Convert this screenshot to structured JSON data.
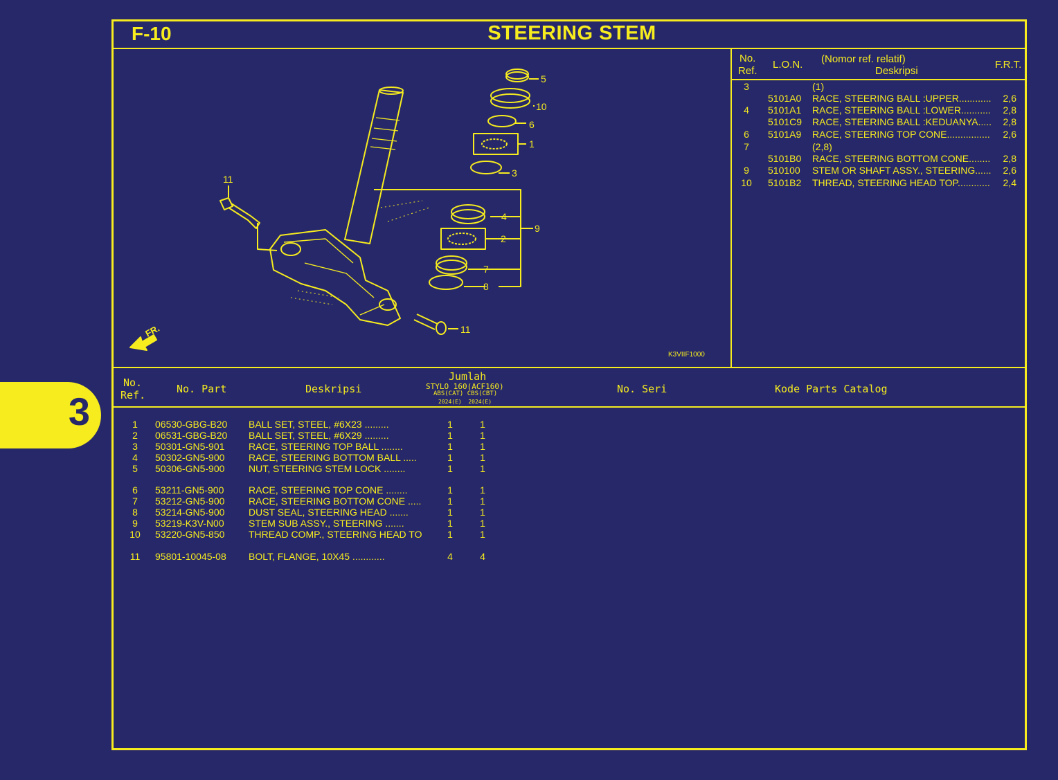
{
  "page": {
    "code": "F-10",
    "title": "STEERING STEM",
    "tab_number": "3",
    "illustration_code": "K3VIIF1000",
    "front_label": "FR."
  },
  "lon_table": {
    "headers": {
      "no": "No.",
      "ref": "Ref.",
      "lon": "L.O.N.",
      "nomor": "(Nomor ref. relatif)",
      "desc": "Deskripsi",
      "frt": "F.R.T."
    },
    "rows": [
      {
        "ref": "3",
        "lon": "",
        "desc": "(1)",
        "frt": ""
      },
      {
        "ref": "",
        "lon": "5101A0",
        "desc": "RACE, STEERING BALL :UPPER.................",
        "frt": "2,6"
      },
      {
        "ref": "4",
        "lon": "5101A1",
        "desc": "RACE, STEERING BALL :LOWER.................",
        "frt": "2,8"
      },
      {
        "ref": "",
        "lon": "5101C9",
        "desc": "RACE, STEERING BALL :KEDUANYA..............",
        "frt": "2,8"
      },
      {
        "ref": "6",
        "lon": "5101A9",
        "desc": "RACE, STEERING TOP CONE....................",
        "frt": "2,6"
      },
      {
        "ref": "7",
        "lon": "",
        "desc": "(2,8)",
        "frt": ""
      },
      {
        "ref": "",
        "lon": "5101B0",
        "desc": "RACE, STEERING BOTTOM CONE.................",
        "frt": "2,8"
      },
      {
        "ref": "9",
        "lon": "510100",
        "desc": "STEM OR SHAFT ASSY., STEERING..............",
        "frt": "2,6"
      },
      {
        "ref": "10",
        "lon": "5101B2",
        "desc": "THREAD, STEERING HEAD TOP..................",
        "frt": "2,4"
      }
    ]
  },
  "parts_table": {
    "headers": {
      "no": "No.",
      "ref": "Ref.",
      "part": "No. Part",
      "desc": "Deskripsi",
      "jumlah": "Jumlah",
      "model": "STYLO 160(ACF160)",
      "variants": "ABS(CAT) CBS(CBT)",
      "years": "2024(E)  2024(E)",
      "seri": "No. Seri",
      "kode": "Kode Parts Catalog"
    },
    "groups": [
      [
        {
          "ref": "1",
          "part": "06530-GBG-B20",
          "desc": "BALL SET, STEEL, #6X23 .........",
          "q1": "1",
          "q2": "1"
        },
        {
          "ref": "2",
          "part": "06531-GBG-B20",
          "desc": "BALL SET, STEEL, #6X29 .........",
          "q1": "1",
          "q2": "1"
        },
        {
          "ref": "3",
          "part": "50301-GN5-901",
          "desc": "RACE, STEERING TOP BALL ........",
          "q1": "1",
          "q2": "1"
        },
        {
          "ref": "4",
          "part": "50302-GN5-900",
          "desc": "RACE, STEERING BOTTOM BALL .....",
          "q1": "1",
          "q2": "1"
        },
        {
          "ref": "5",
          "part": "50306-GN5-900",
          "desc": "NUT, STEERING STEM LOCK ........",
          "q1": "1",
          "q2": "1"
        }
      ],
      [
        {
          "ref": "6",
          "part": "53211-GN5-900",
          "desc": "RACE, STEERING TOP CONE ........",
          "q1": "1",
          "q2": "1"
        },
        {
          "ref": "7",
          "part": "53212-GN5-900",
          "desc": "RACE, STEERING BOTTOM CONE .....",
          "q1": "1",
          "q2": "1"
        },
        {
          "ref": "8",
          "part": "53214-GN5-900",
          "desc": "DUST SEAL, STEERING HEAD .......",
          "q1": "1",
          "q2": "1"
        },
        {
          "ref": "9",
          "part": "53219-K3V-N00",
          "desc": "STEM SUB ASSY., STEERING .......",
          "q1": "1",
          "q2": "1"
        },
        {
          "ref": "10",
          "part": "53220-GN5-850",
          "desc": "THREAD COMP., STEERING HEAD TOP",
          "q1": "1",
          "q2": "1"
        }
      ],
      [
        {
          "ref": "11",
          "part": "95801-10045-08",
          "desc": "BOLT, FLANGE, 10X45 ............",
          "q1": "4",
          "q2": "4"
        }
      ]
    ]
  },
  "diagram_callouts": [
    "5",
    "10",
    "6",
    "1",
    "3",
    "4",
    "9",
    "2",
    "7",
    "8",
    "11",
    "11"
  ],
  "colors": {
    "background": "#27286a",
    "accent": "#f6ec1e"
  }
}
